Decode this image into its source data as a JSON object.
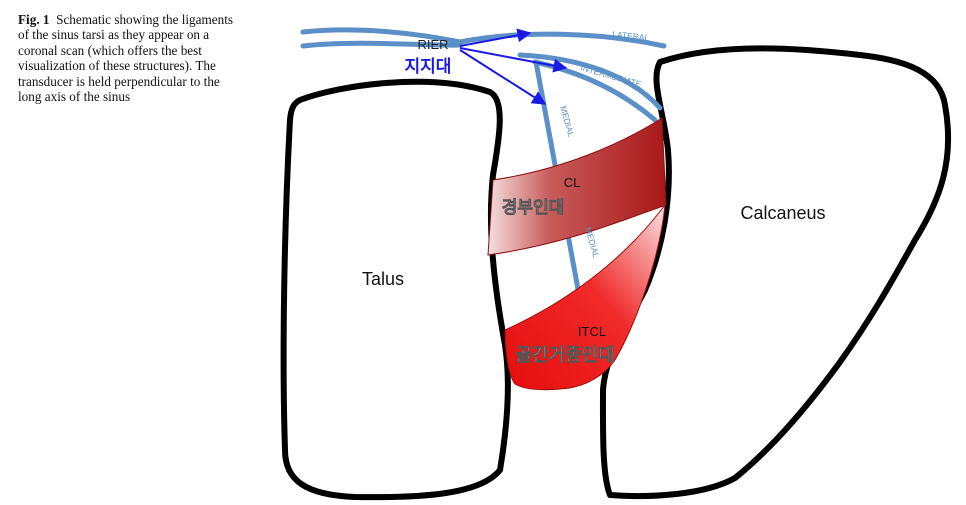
{
  "caption": {
    "fig_label": "Fig. 1",
    "text": "Schematic showing the ligaments of the sinus tarsi as they appear on a coronal scan (which offers the best visualization of these structures). The transducer is held perpendicular to the long axis of the sinus"
  },
  "labels": {
    "rier": "RIER",
    "rier_korean": "지지대",
    "lateral": "LATERAL",
    "intermediate": "INTERMEDIATE",
    "medial_upper": "MEDIAL",
    "medial_lower": "MEDIAL",
    "cl": "CL",
    "cl_korean": "경부인대",
    "itcl": "ITCL",
    "itcl_korean": "골간거종인대",
    "talus": "Talus",
    "calcaneus": "Calcaneus"
  },
  "colors": {
    "bone_outline": "#000000",
    "retinaculum": "#5b8fc7",
    "arrow": "#1a1ae6",
    "korean_label_blue": "#1a1ae6",
    "cervical_ligament": "#b81e1e",
    "interosseous_ligament": "#e81010"
  }
}
